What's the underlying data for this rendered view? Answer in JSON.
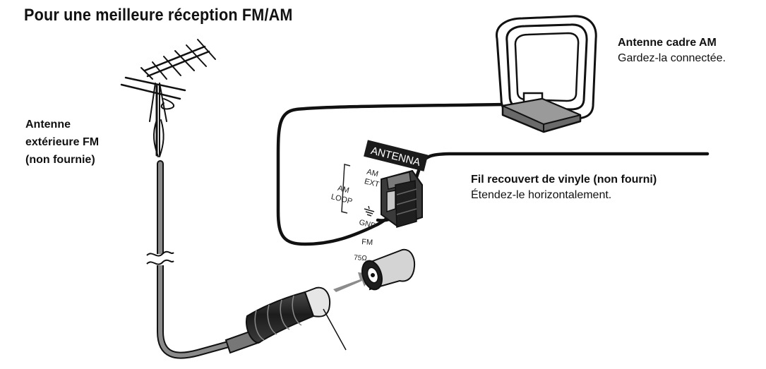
{
  "title": "Pour une meilleure réception FM/AM",
  "labels": {
    "am_loop_antenna": {
      "title": "Antenne cadre AM",
      "desc": "Gardez-la connectée."
    },
    "fm_outdoor_antenna": {
      "line1": "Antenne",
      "line2": "extérieure FM",
      "line3": "(non fournie)"
    },
    "vinyl_wire": {
      "title": "Fil recouvert de vinyle (non fourni)",
      "desc": "Étendez-le horizontalement."
    }
  },
  "panel": {
    "antenna_header": "ANTENNA",
    "am_ext": [
      "AM",
      "EXT"
    ],
    "am_loop": [
      "AM",
      "LOOP"
    ],
    "gnd": "GND",
    "fm": "FM",
    "fm_impedance": "75Ω"
  },
  "colors": {
    "ink": "#111111",
    "coax_gray": "#8a8a8a",
    "arrow_gray": "#8c8c8c",
    "plug_dark": "#2a2a2a"
  }
}
